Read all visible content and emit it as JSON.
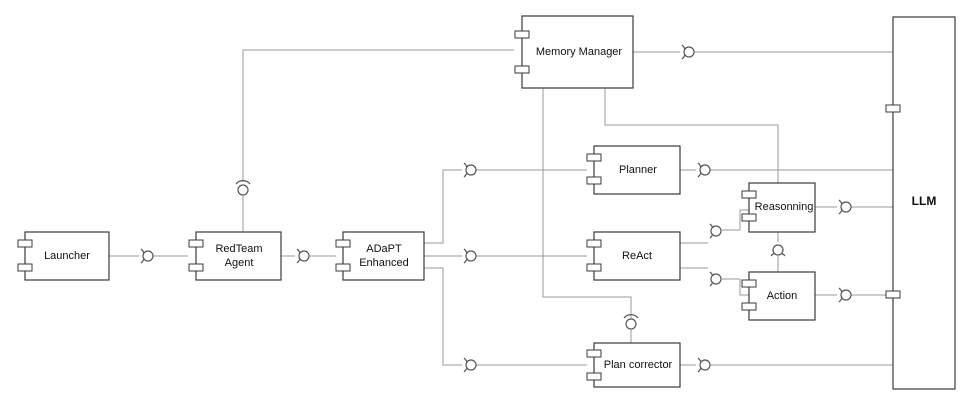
{
  "components": {
    "launcher": "Launcher",
    "redteam_line1": "RedTeam",
    "redteam_line2": "Agent",
    "adapt_line1": "ADaPT",
    "adapt_line2": "Enhanced",
    "memory_manager": "Memory Manager",
    "planner": "Planner",
    "react": "ReAct",
    "plan_corrector": "Plan corrector",
    "reasoning": "Reasonning",
    "action": "Action",
    "llm": "LLM"
  }
}
